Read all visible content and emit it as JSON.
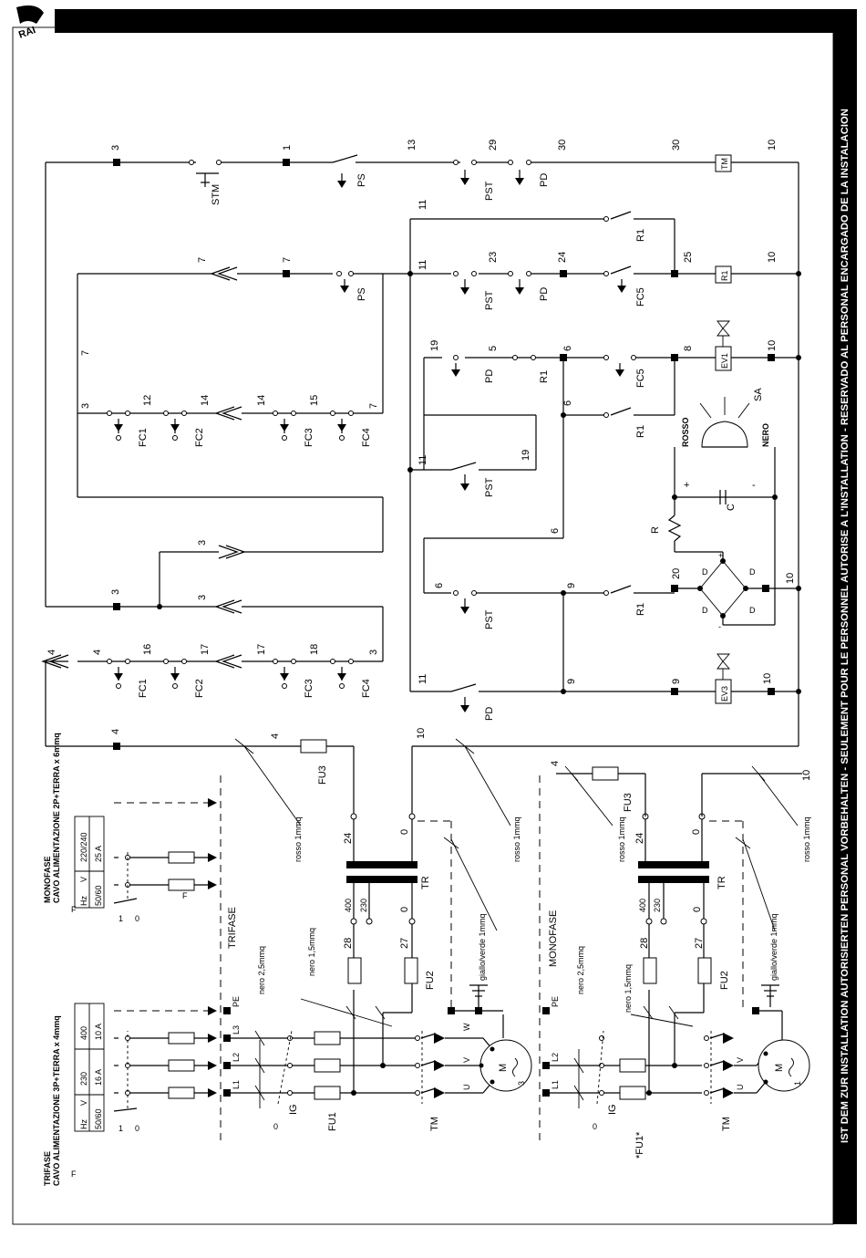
{
  "header": {
    "logo_text": "RAI",
    "warning_text": "IST DEM ZUR INSTALLATION AUTORISIERTEN PERSONAL VORBEHALTEN - SEULEMENT POUR LE PERSONNEL AUTORISE A L'INSTALLATION - RESERVADO AL PERSONAL ENCARGADO DE LA INSTALACION"
  },
  "supply": {
    "trifase_title": "TRIFASE",
    "trifase_cable": "CAVO ALIMENTAZIONE 3P+TERRA x 4mmq",
    "trifase_table": {
      "hz": "Hz",
      "v": "V",
      "hz_val": "50/60",
      "v1": "230",
      "v2": "400",
      "a1": "16 A",
      "a2": "10 A"
    },
    "monofase_title": "MONOFASE",
    "monofase_cable": "CAVO ALIMENTAZIONE 2P+TERRA x 6mmq",
    "monofase_table": {
      "hz": "Hz",
      "v": "V",
      "hz_val": "50/60",
      "v1": "220/240",
      "a1": "25 A"
    },
    "f": "F"
  },
  "labels": {
    "wire_3": "3",
    "wire_1": "1",
    "wire_13": "13",
    "wire_29": "29",
    "wire_30": "30",
    "wire_10": "10",
    "wire_7": "7",
    "wire_11": "11",
    "wire_23": "23",
    "wire_24": "24",
    "wire_25": "25",
    "wire_19": "19",
    "wire_5": "5",
    "wire_6": "6",
    "wire_8": "8",
    "wire_12": "12",
    "wire_14": "14",
    "wire_15": "15",
    "wire_4": "4",
    "wire_16": "16",
    "wire_17": "17",
    "wire_18": "18",
    "wire_9": "9",
    "wire_20": "20",
    "wire_0": "0",
    "wire_27": "27",
    "wire_28": "28",
    "wire_400": "400",
    "wire_230": "230",
    "stm": "STM",
    "ps": "PS",
    "pst": "PST",
    "pd": "PD",
    "tm": "TM",
    "r1": "R1",
    "fc5": "FC5",
    "ev1": "EV1",
    "ev3": "EV3",
    "fc1": "FC1",
    "fc2": "FC2",
    "fc3": "FC3",
    "fc4": "FC4",
    "fu1": "FU1",
    "fu2": "FU2",
    "fu3": "FU3",
    "fu1_star": "*FU1*",
    "tr": "TR",
    "ig": "IG",
    "sa": "SA",
    "rosso": "ROSSO",
    "nero": "NERO",
    "r": "R",
    "c": "C",
    "d": "D",
    "plus": "+",
    "minus": "-",
    "m": "M",
    "m3": "3",
    "m1": "1",
    "u": "U",
    "v": "V",
    "w": "W",
    "l1": "L1",
    "l2": "L2",
    "l3": "L3",
    "pe": "PE",
    "trifase": "TRIFASE",
    "monofase": "MONOFASE",
    "rosso_1mmq": "rosso 1mmq",
    "nero_25": "nero 2,5mmq",
    "nero_15": "nero 1,5mmq",
    "giallo": "giallo/verde 1mmq",
    "one": "1",
    "zero": "0"
  }
}
